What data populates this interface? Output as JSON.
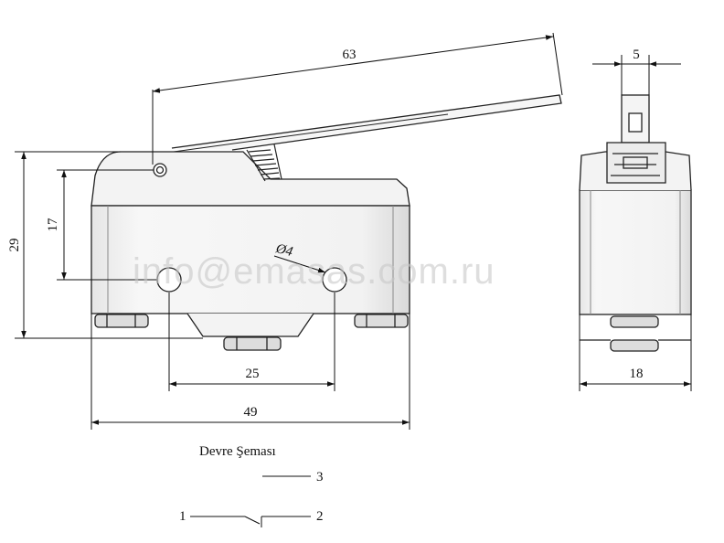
{
  "dimensions": {
    "lever_length": "63",
    "lever_width": "5",
    "total_height": "29",
    "hole_height": "17",
    "hole_diameter": "Ø4",
    "hole_spacing": "25",
    "body_length": "49",
    "body_width": "18"
  },
  "watermark": "info@emasas.com.ru",
  "schema": {
    "title": "Devre Şeması",
    "terminal_1": "1",
    "terminal_2": "2",
    "terminal_3": "3"
  }
}
